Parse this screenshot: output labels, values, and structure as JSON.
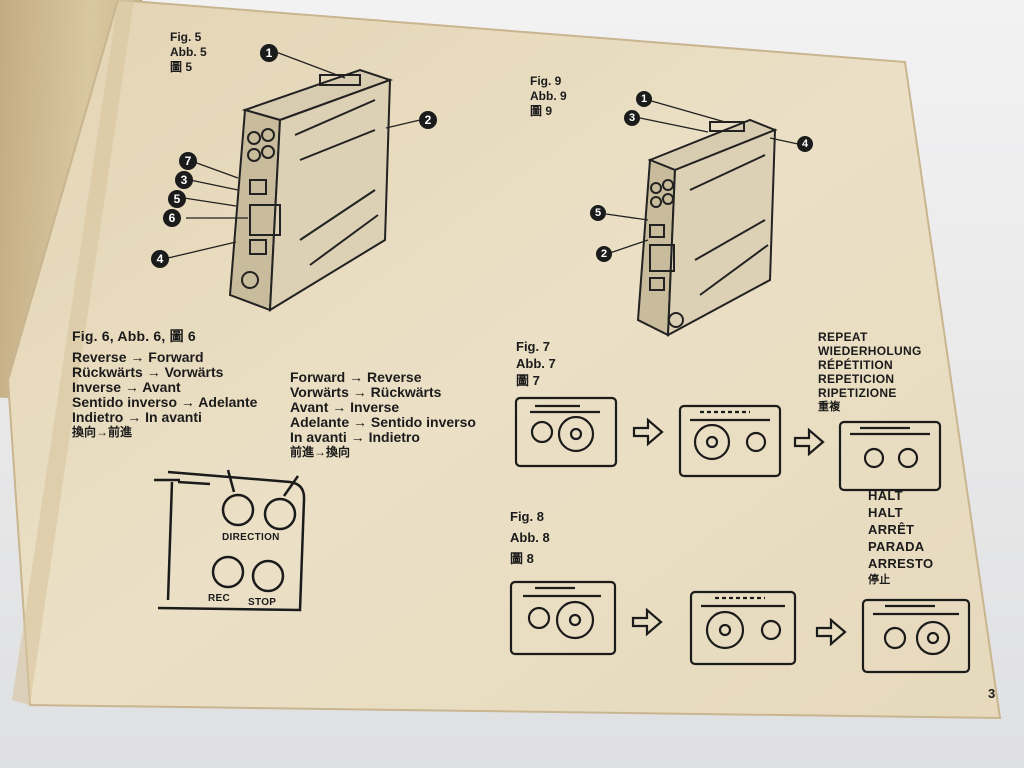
{
  "fig5": {
    "label": [
      "Fig. 5",
      "Abb. 5",
      "圖 5"
    ],
    "callouts": [
      "1",
      "2",
      "7",
      "3",
      "5",
      "6",
      "4"
    ]
  },
  "fig9": {
    "label": [
      "Fig. 9",
      "Abb. 9",
      "圖 9"
    ],
    "callouts": [
      "1",
      "3",
      "4",
      "5",
      "2"
    ]
  },
  "fig6": {
    "label": "Fig. 6, Abb. 6, 圖 6",
    "left_list": [
      "Reverse → Forward",
      "Rückwärts → Vorwärts",
      "Inverse → Avant",
      "Sentido inverso → Adelante",
      "Indietro → In avanti",
      "換向→前進"
    ],
    "right_list": [
      "Forward → Reverse",
      "Vorwärts → Rückwärts",
      "Avant → Inverse",
      "Adelante → Sentido inverso",
      "In avanti → Indietro",
      "前進→換向"
    ],
    "buttons": {
      "direction": "DIRECTION",
      "rec": "REC",
      "stop": "STOP"
    }
  },
  "fig7": {
    "label": [
      "Fig. 7",
      "Abb. 7",
      "圖 7"
    ],
    "repeat": [
      "REPEAT",
      "WIEDERHOLUNG",
      "RÉPÉTITION",
      "REPETICION",
      "RIPETIZIONE",
      "重複"
    ]
  },
  "fig8": {
    "label": [
      "Fig. 8",
      "Abb. 8",
      "圖 8"
    ],
    "halt": [
      "HALT",
      "HALT",
      "ARRÊT",
      "PARADA",
      "ARRESTO",
      "停止"
    ]
  },
  "page_number": "3",
  "colors": {
    "paper": "#e8dcc0",
    "ink": "#1b1b1b"
  }
}
